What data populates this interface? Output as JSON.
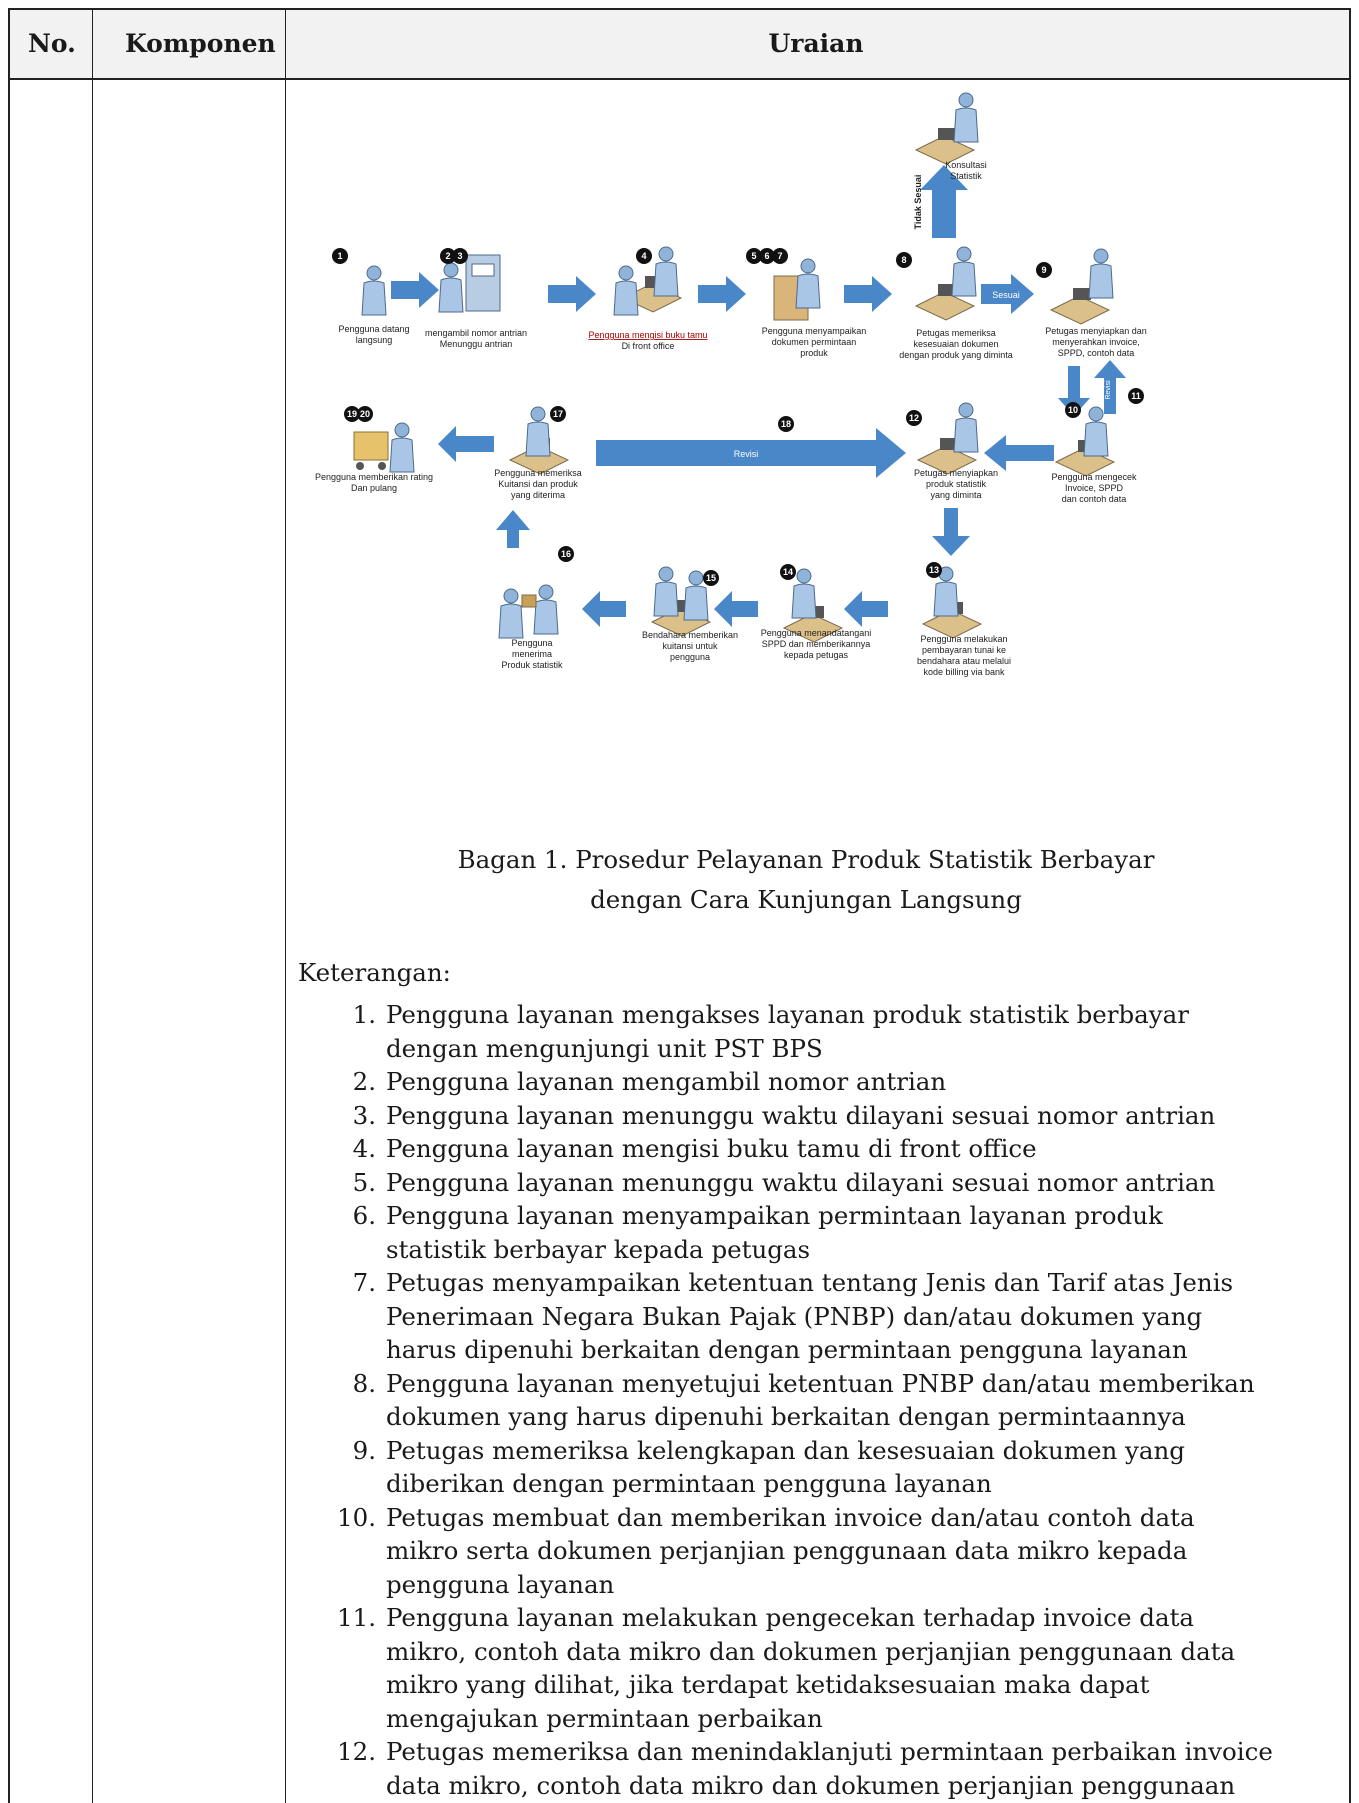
{
  "table": {
    "headers": {
      "no": "No.",
      "komponen": "Komponen",
      "uraian": "Uraian"
    }
  },
  "diagram": {
    "labels": {
      "s1": [
        "Pengguna datang",
        "langsung"
      ],
      "s23": [
        "mengambil nomor antrian",
        "Menunggu antrian"
      ],
      "s4": [
        "Pengguna mengisi buku tamu",
        "Di front office"
      ],
      "s567": [
        "Pengguna menyampaikan",
        "dokumen permintaan",
        "produk"
      ],
      "s8": [
        "Petugas memeriksa",
        "kesesuaian dokumen",
        "dengan produk yang diminta"
      ],
      "s9": [
        "Petugas menyiapkan dan",
        "menyerahkan invoice,",
        "SPPD, contoh data"
      ],
      "konsul": [
        "Konsultasi",
        "Statistik"
      ],
      "tidak_sesuai": "Tidak Sesuai",
      "sesuai": "Sesuai",
      "revisi_small": "Revisi",
      "s10": [
        "Pengguna mengecek",
        "Invoice, SPPD",
        "dan contoh data"
      ],
      "s12": [
        "Petugas menyiapkan",
        "produk statistik",
        "yang diminta"
      ],
      "revisi": "Revisi",
      "s17": [
        "Pengguna memeriksa",
        "Kuitansi dan produk",
        "yang diterima"
      ],
      "s1920": [
        "Pengguna memberikan rating",
        "Dan pulang"
      ],
      "s13": [
        "Pengguna melakukan",
        "pembayaran tunai ke",
        "bendahara atau melalui",
        "kode billing via bank"
      ],
      "s14": [
        "Pengguna menandatangani",
        "SPPD dan memberikannya",
        "kepada petugas"
      ],
      "s15": [
        "Bendahara memberikan",
        "kuitansi untuk",
        "pengguna"
      ],
      "s16": [
        "Pengguna",
        "menerima",
        "Produk statistik"
      ]
    },
    "badges": [
      "1",
      "2",
      "3",
      "4",
      "5",
      "6",
      "7",
      "8",
      "9",
      "10",
      "11",
      "12",
      "13",
      "14",
      "15",
      "16",
      "17",
      "18",
      "19",
      "20"
    ]
  },
  "caption": {
    "line1": "Bagan 1. Prosedur Pelayanan Produk Statistik Berbayar",
    "line2": "dengan Cara Kunjungan Langsung"
  },
  "keterangan_label": "Keterangan:",
  "items": [
    {
      "num": "1.",
      "lines": [
        "Pengguna layanan mengakses layanan produk statistik berbayar",
        "dengan mengunjungi unit PST BPS"
      ]
    },
    {
      "num": "2.",
      "lines": [
        "Pengguna layanan mengambil nomor antrian"
      ]
    },
    {
      "num": "3.",
      "lines": [
        "Pengguna layanan menunggu waktu dilayani sesuai nomor antrian"
      ]
    },
    {
      "num": "4.",
      "lines": [
        "Pengguna layanan mengisi buku tamu di front office"
      ]
    },
    {
      "num": "5.",
      "lines": [
        "Pengguna layanan menunggu waktu dilayani sesuai nomor antrian"
      ]
    },
    {
      "num": "6.",
      "lines": [
        "Pengguna layanan menyampaikan permintaan layanan produk",
        "statistik berbayar kepada petugas"
      ]
    },
    {
      "num": "7.",
      "lines": [
        "Petugas menyampaikan ketentuan tentang Jenis dan Tarif atas Jenis",
        "Penerimaan Negara Bukan Pajak (PNBP) dan/atau dokumen yang",
        "harus dipenuhi berkaitan dengan permintaan pengguna layanan"
      ]
    },
    {
      "num": "8.",
      "lines": [
        "Pengguna layanan menyetujui ketentuan PNBP dan/atau memberikan",
        "dokumen yang harus dipenuhi berkaitan dengan permintaannya"
      ]
    },
    {
      "num": "9.",
      "lines": [
        "Petugas memeriksa kelengkapan dan kesesuaian dokumen yang",
        "diberikan dengan permintaan pengguna layanan"
      ]
    },
    {
      "num": "10.",
      "lines": [
        "Petugas membuat dan memberikan invoice dan/atau contoh data",
        "mikro serta dokumen perjanjian penggunaan data mikro kepada",
        "pengguna layanan"
      ]
    },
    {
      "num": "11.",
      "lines": [
        "Pengguna layanan melakukan pengecekan terhadap invoice data",
        "mikro, contoh data mikro dan dokumen perjanjian penggunaan data",
        "mikro yang dilihat, jika terdapat ketidaksesuaian maka dapat",
        "mengajukan permintaan perbaikan"
      ]
    },
    {
      "num": "12.",
      "lines": [
        "Petugas memeriksa dan menindaklanjuti permintaan perbaikan invoice",
        "data mikro, contoh data mikro dan dokumen perjanjian penggunaan"
      ]
    }
  ]
}
